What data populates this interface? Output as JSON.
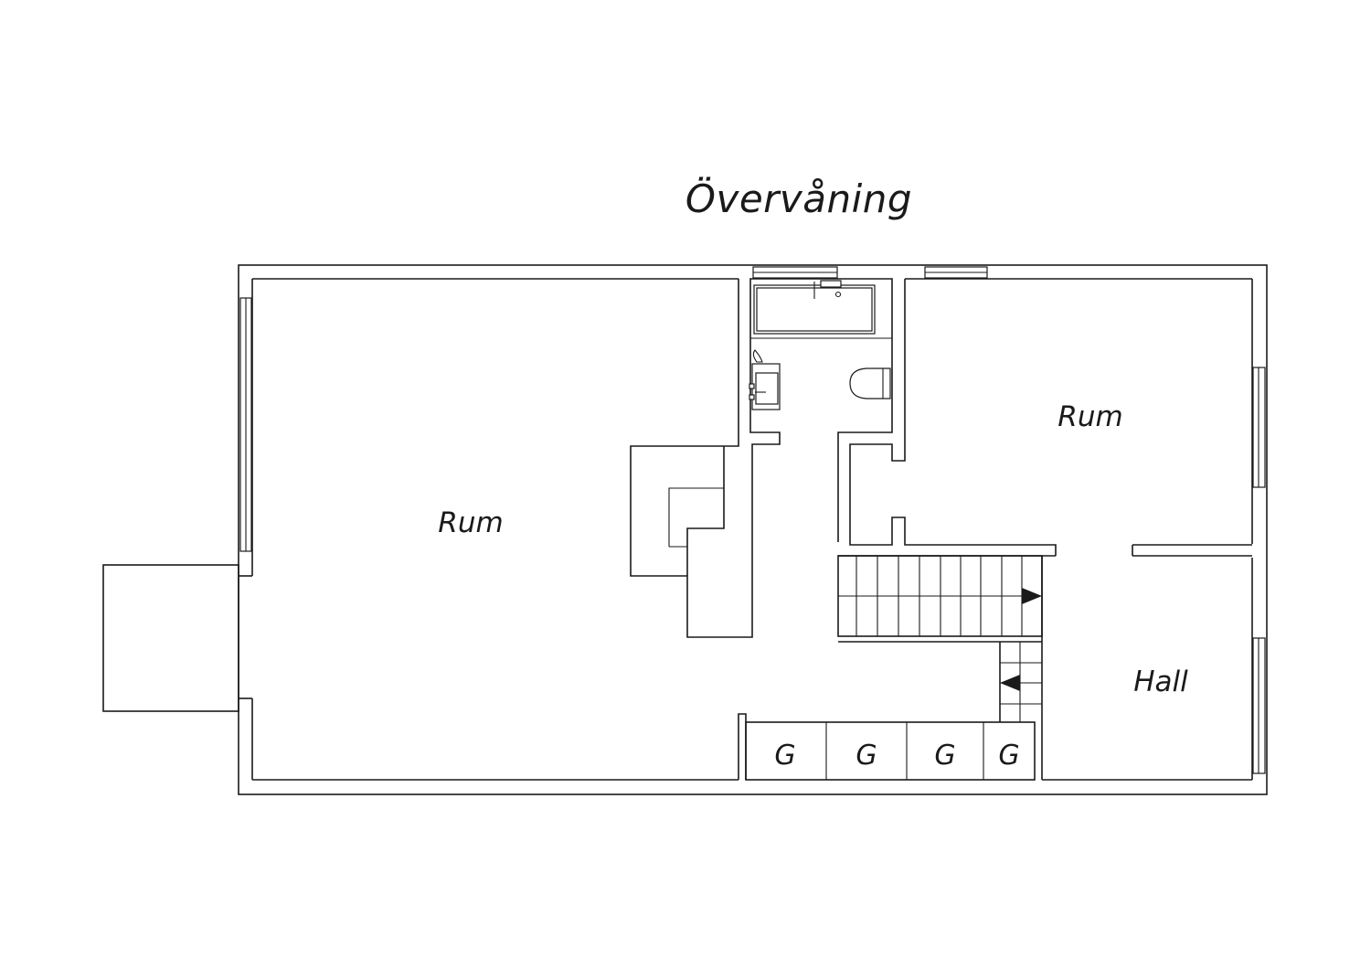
{
  "title": "Övervåning",
  "rooms": {
    "rum_large": "Rum",
    "rum_right": "Rum",
    "hall": "Hall"
  },
  "closets": [
    "G",
    "G",
    "G",
    "G"
  ]
}
